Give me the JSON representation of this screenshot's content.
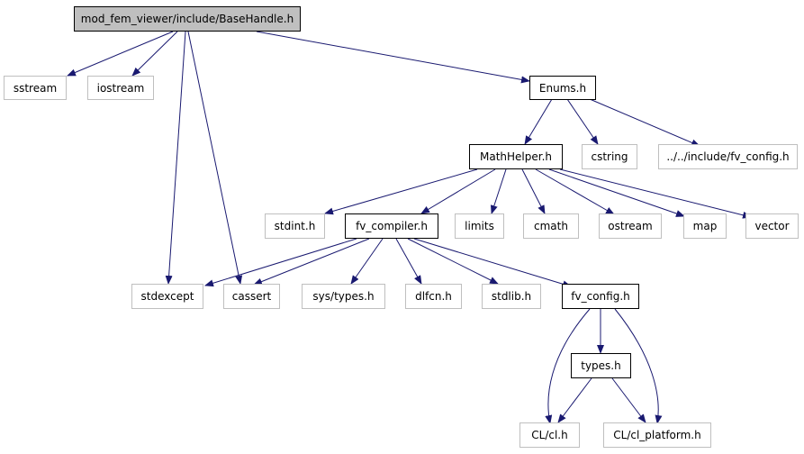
{
  "colors": {
    "edge": "#191970",
    "root_fill": "#bfbfbf",
    "local_border": "#000000",
    "external_border": "#bfbfbf"
  },
  "nodes": {
    "root": "mod_fem_viewer/include/BaseHandle.h",
    "sstream": "sstream",
    "iostream": "iostream",
    "enums": "Enums.h",
    "mathhelper": "MathHelper.h",
    "cstring": "cstring",
    "fv_config_inc": "../../include/fv_config.h",
    "stdint": "stdint.h",
    "fv_compiler": "fv_compiler.h",
    "limits": "limits",
    "cmath": "cmath",
    "ostream": "ostream",
    "map": "map",
    "vector": "vector",
    "stdexcept": "stdexcept",
    "cassert": "cassert",
    "sys_types": "sys/types.h",
    "dlfcn": "dlfcn.h",
    "stdlib": "stdlib.h",
    "fv_config": "fv_config.h",
    "types": "types.h",
    "cl": "CL/cl.h",
    "cl_platform": "CL/cl_platform.h"
  }
}
